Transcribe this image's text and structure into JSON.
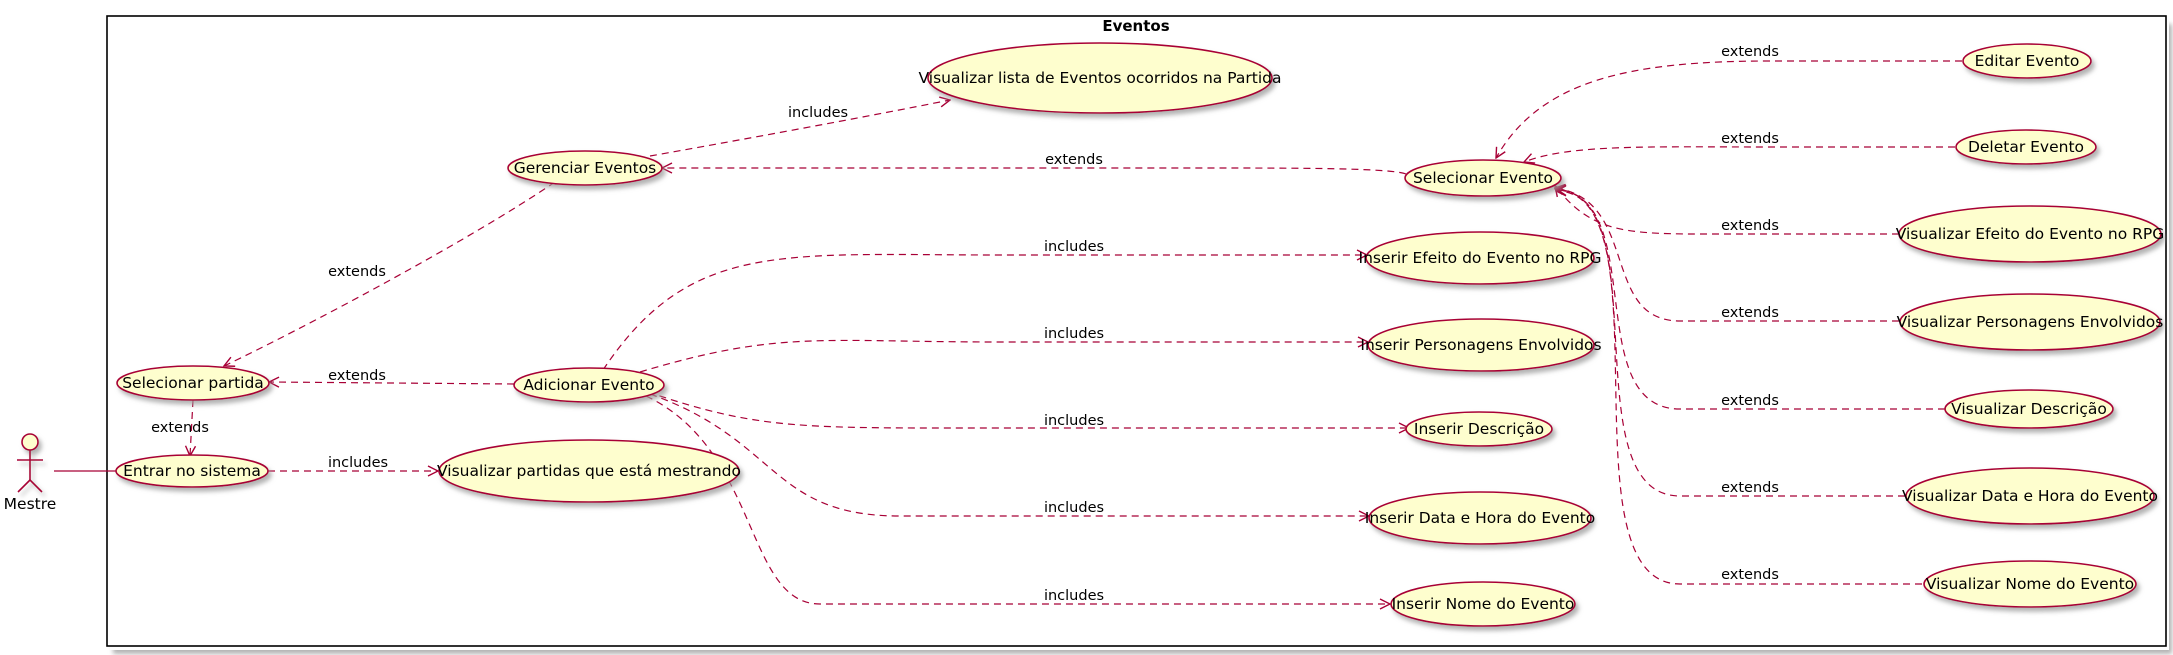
{
  "package": {
    "title": "Eventos"
  },
  "actor": {
    "label": "Mestre"
  },
  "colors": {
    "border": "#A80036",
    "usecase_fill": "#FEFECE",
    "usecase_shadow": "#C8C8C8",
    "frame": "#000000"
  },
  "usecases": {
    "entrar": {
      "label": "Entrar no sistema"
    },
    "vis_partidas": {
      "label": "Visualizar partidas que está mestrando"
    },
    "sel_partida": {
      "label": "Selecionar partida"
    },
    "gerenciar": {
      "label": "Gerenciar Eventos"
    },
    "vis_lista": {
      "label": "Visualizar lista de Eventos ocorridos na Partida"
    },
    "adicionar": {
      "label": "Adicionar Evento"
    },
    "ins_efeito": {
      "label": "Inserir Efeito do Evento no RPG"
    },
    "ins_pers": {
      "label": "Inserir Personagens Envolvidos"
    },
    "ins_desc": {
      "label": "Inserir Descrição"
    },
    "ins_data": {
      "label": "Inserir Data e Hora do Evento"
    },
    "ins_nome": {
      "label": "Inserir Nome do Evento"
    },
    "sel_evento": {
      "label": "Selecionar Evento"
    },
    "editar": {
      "label": "Editar Evento"
    },
    "deletar": {
      "label": "Deletar Evento"
    },
    "vis_efeito": {
      "label": "Visualizar Efeito do Evento no RPG"
    },
    "vis_pers": {
      "label": "Visualizar Personagens Envolvidos"
    },
    "vis_desc": {
      "label": "Visualizar Descrição"
    },
    "vis_data": {
      "label": "Visualizar Data e Hora do Evento"
    },
    "vis_nome": {
      "label": "Visualizar Nome do Evento"
    }
  },
  "relations": [
    {
      "id": "r-entrar-vispart",
      "label": "includes"
    },
    {
      "id": "r-selpart-entrar",
      "label": "extends"
    },
    {
      "id": "r-ger-selpart",
      "label": "extends"
    },
    {
      "id": "r-ger-vislista",
      "label": "includes"
    },
    {
      "id": "r-add-selpart",
      "label": "extends"
    },
    {
      "id": "r-add-efeito",
      "label": "includes"
    },
    {
      "id": "r-add-pers",
      "label": "includes"
    },
    {
      "id": "r-add-desc",
      "label": "includes"
    },
    {
      "id": "r-add-data",
      "label": "includes"
    },
    {
      "id": "r-add-nome",
      "label": "includes"
    },
    {
      "id": "r-sel-ger",
      "label": "extends"
    },
    {
      "id": "r-editar-sel",
      "label": "extends"
    },
    {
      "id": "r-deletar-sel",
      "label": "extends"
    },
    {
      "id": "r-visefeito-sel",
      "label": "extends"
    },
    {
      "id": "r-vispers-sel",
      "label": "extends"
    },
    {
      "id": "r-visdesc-sel",
      "label": "extends"
    },
    {
      "id": "r-visdata-sel",
      "label": "extends"
    },
    {
      "id": "r-visnome-sel",
      "label": "extends"
    }
  ]
}
